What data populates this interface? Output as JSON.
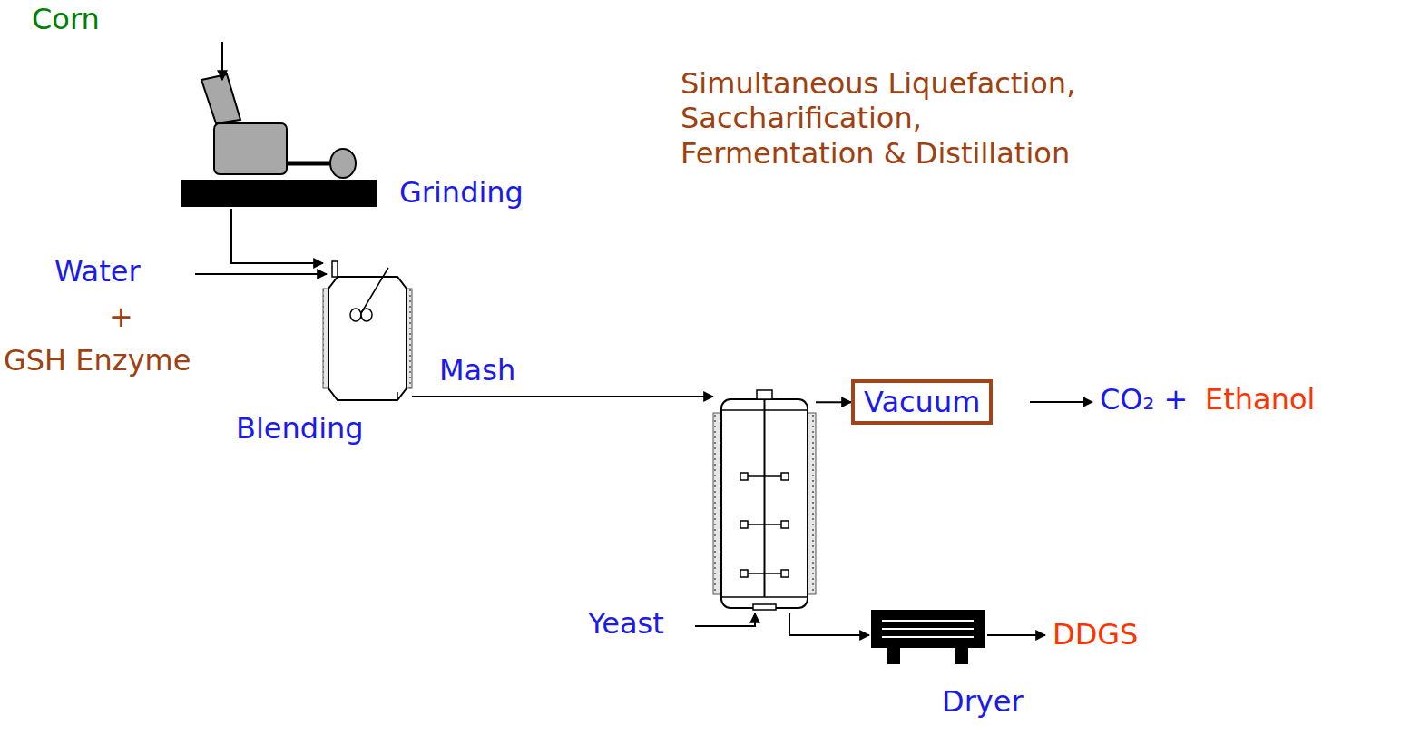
{
  "diagram": {
    "nodes": [
      {
        "text": [
          "Grinding"
        ]
      },
      {
        "text": [
          "Blending"
        ]
      },
      {
        "text": [
          "Simultaneous Liquefaction, Saccharification, Fermentation & Distillation"
        ]
      },
      {
        "text": [
          "Vacuum"
        ]
      },
      {
        "text": [
          "Dryer"
        ]
      }
    ],
    "edges": [
      {
        "from": 0,
        "to": 1,
        "arrow": "to"
      },
      {
        "from": 1,
        "to": 2,
        "arrow": "to",
        "label": "Mash"
      },
      {
        "from": 2,
        "to": 3,
        "arrow": "to"
      },
      {
        "from": 2,
        "to": 4,
        "arrow": "to"
      }
    ],
    "labels": [
      "Corn",
      "Water",
      "+",
      "GSH Enzyme",
      "CO₂ +",
      "Ethanol",
      "Yeast",
      "DDGS"
    ]
  }
}
